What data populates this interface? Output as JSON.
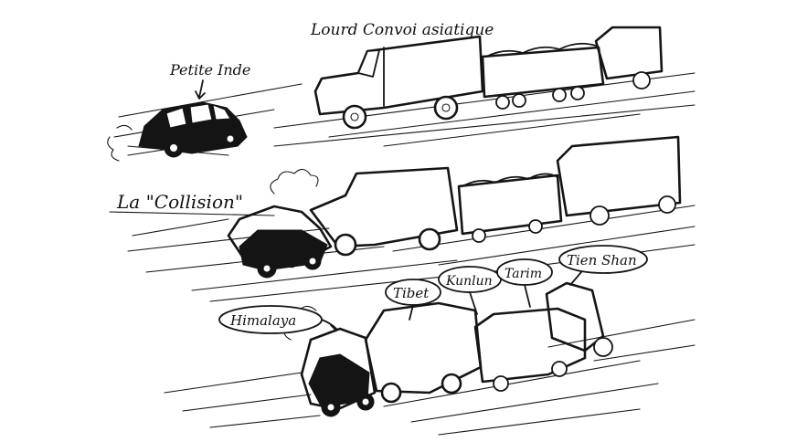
{
  "labels": {
    "convoy": "Lourd Convoi asiatique",
    "small_india": "Petite Inde",
    "collision": "La \"Collision\"",
    "himalaya": "Himalaya",
    "tibet": "Tibet",
    "kunlun": "Kunlun",
    "tarim": "Tarim",
    "tien_shan": "Tien Shan"
  },
  "colors": {
    "ink": "#151515",
    "paper": "#ffffff"
  }
}
